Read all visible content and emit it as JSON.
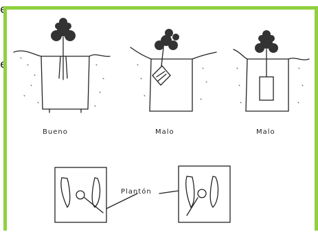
{
  "background_text": {
    "top_fragment": "e",
    "mid_fragment": "e"
  },
  "frame": {
    "border_color": "#8fd13e"
  },
  "captions": {
    "good": "Bueno",
    "bad_1": "Malo",
    "bad_2": "Malo",
    "seedling": "Plantón"
  }
}
